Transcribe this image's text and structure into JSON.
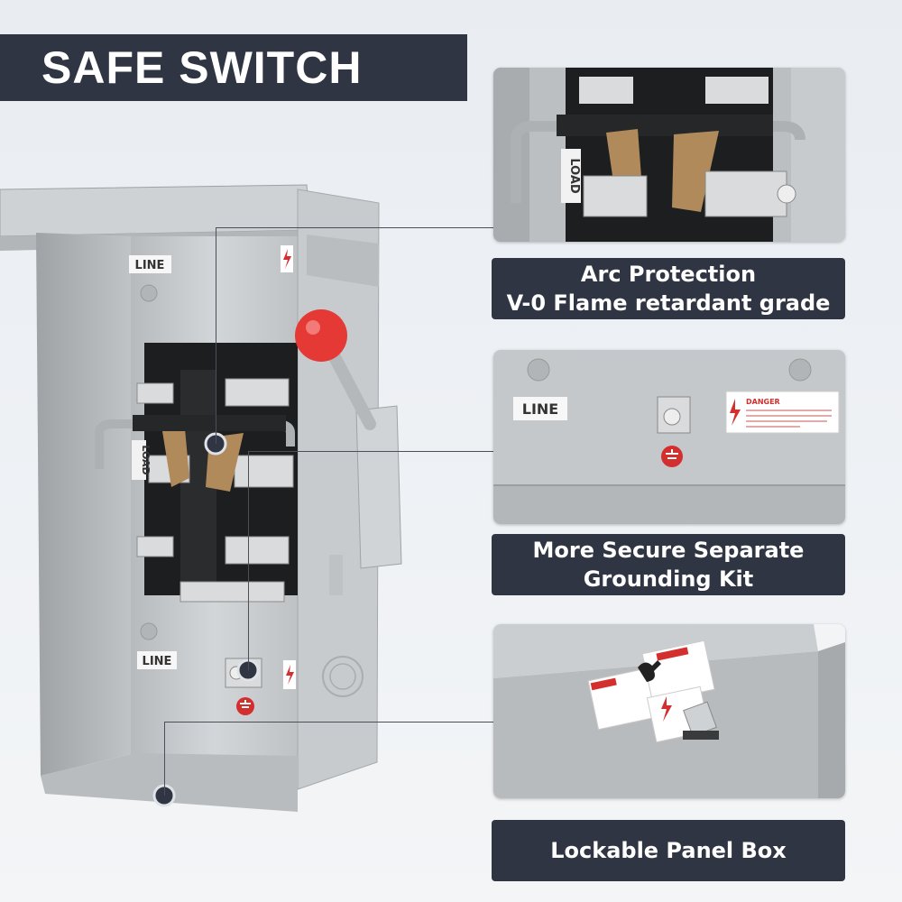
{
  "title": "SAFE SWITCH",
  "labels": {
    "line_top": "LINE",
    "line_bottom": "LINE",
    "load": "LOAD",
    "inset_line": "LINE",
    "inset_load": "LOAD",
    "danger": "DANGER"
  },
  "features": [
    {
      "lines": [
        "Arc Protection",
        "V-0 Flame retardant grade"
      ]
    },
    {
      "lines": [
        "More Secure Separate",
        "Grounding Kit"
      ]
    },
    {
      "lines": [
        "Lockable Panel Box"
      ]
    }
  ],
  "colors": {
    "banner": "#2f3542",
    "enclosure": "#c9ccce",
    "knob": "#e53935",
    "danger_red": "#d32f2f",
    "copper": "#b08a5a"
  },
  "icons": [
    "lightning-bolt-icon",
    "ground-symbol-icon",
    "hand-warning-icon"
  ]
}
